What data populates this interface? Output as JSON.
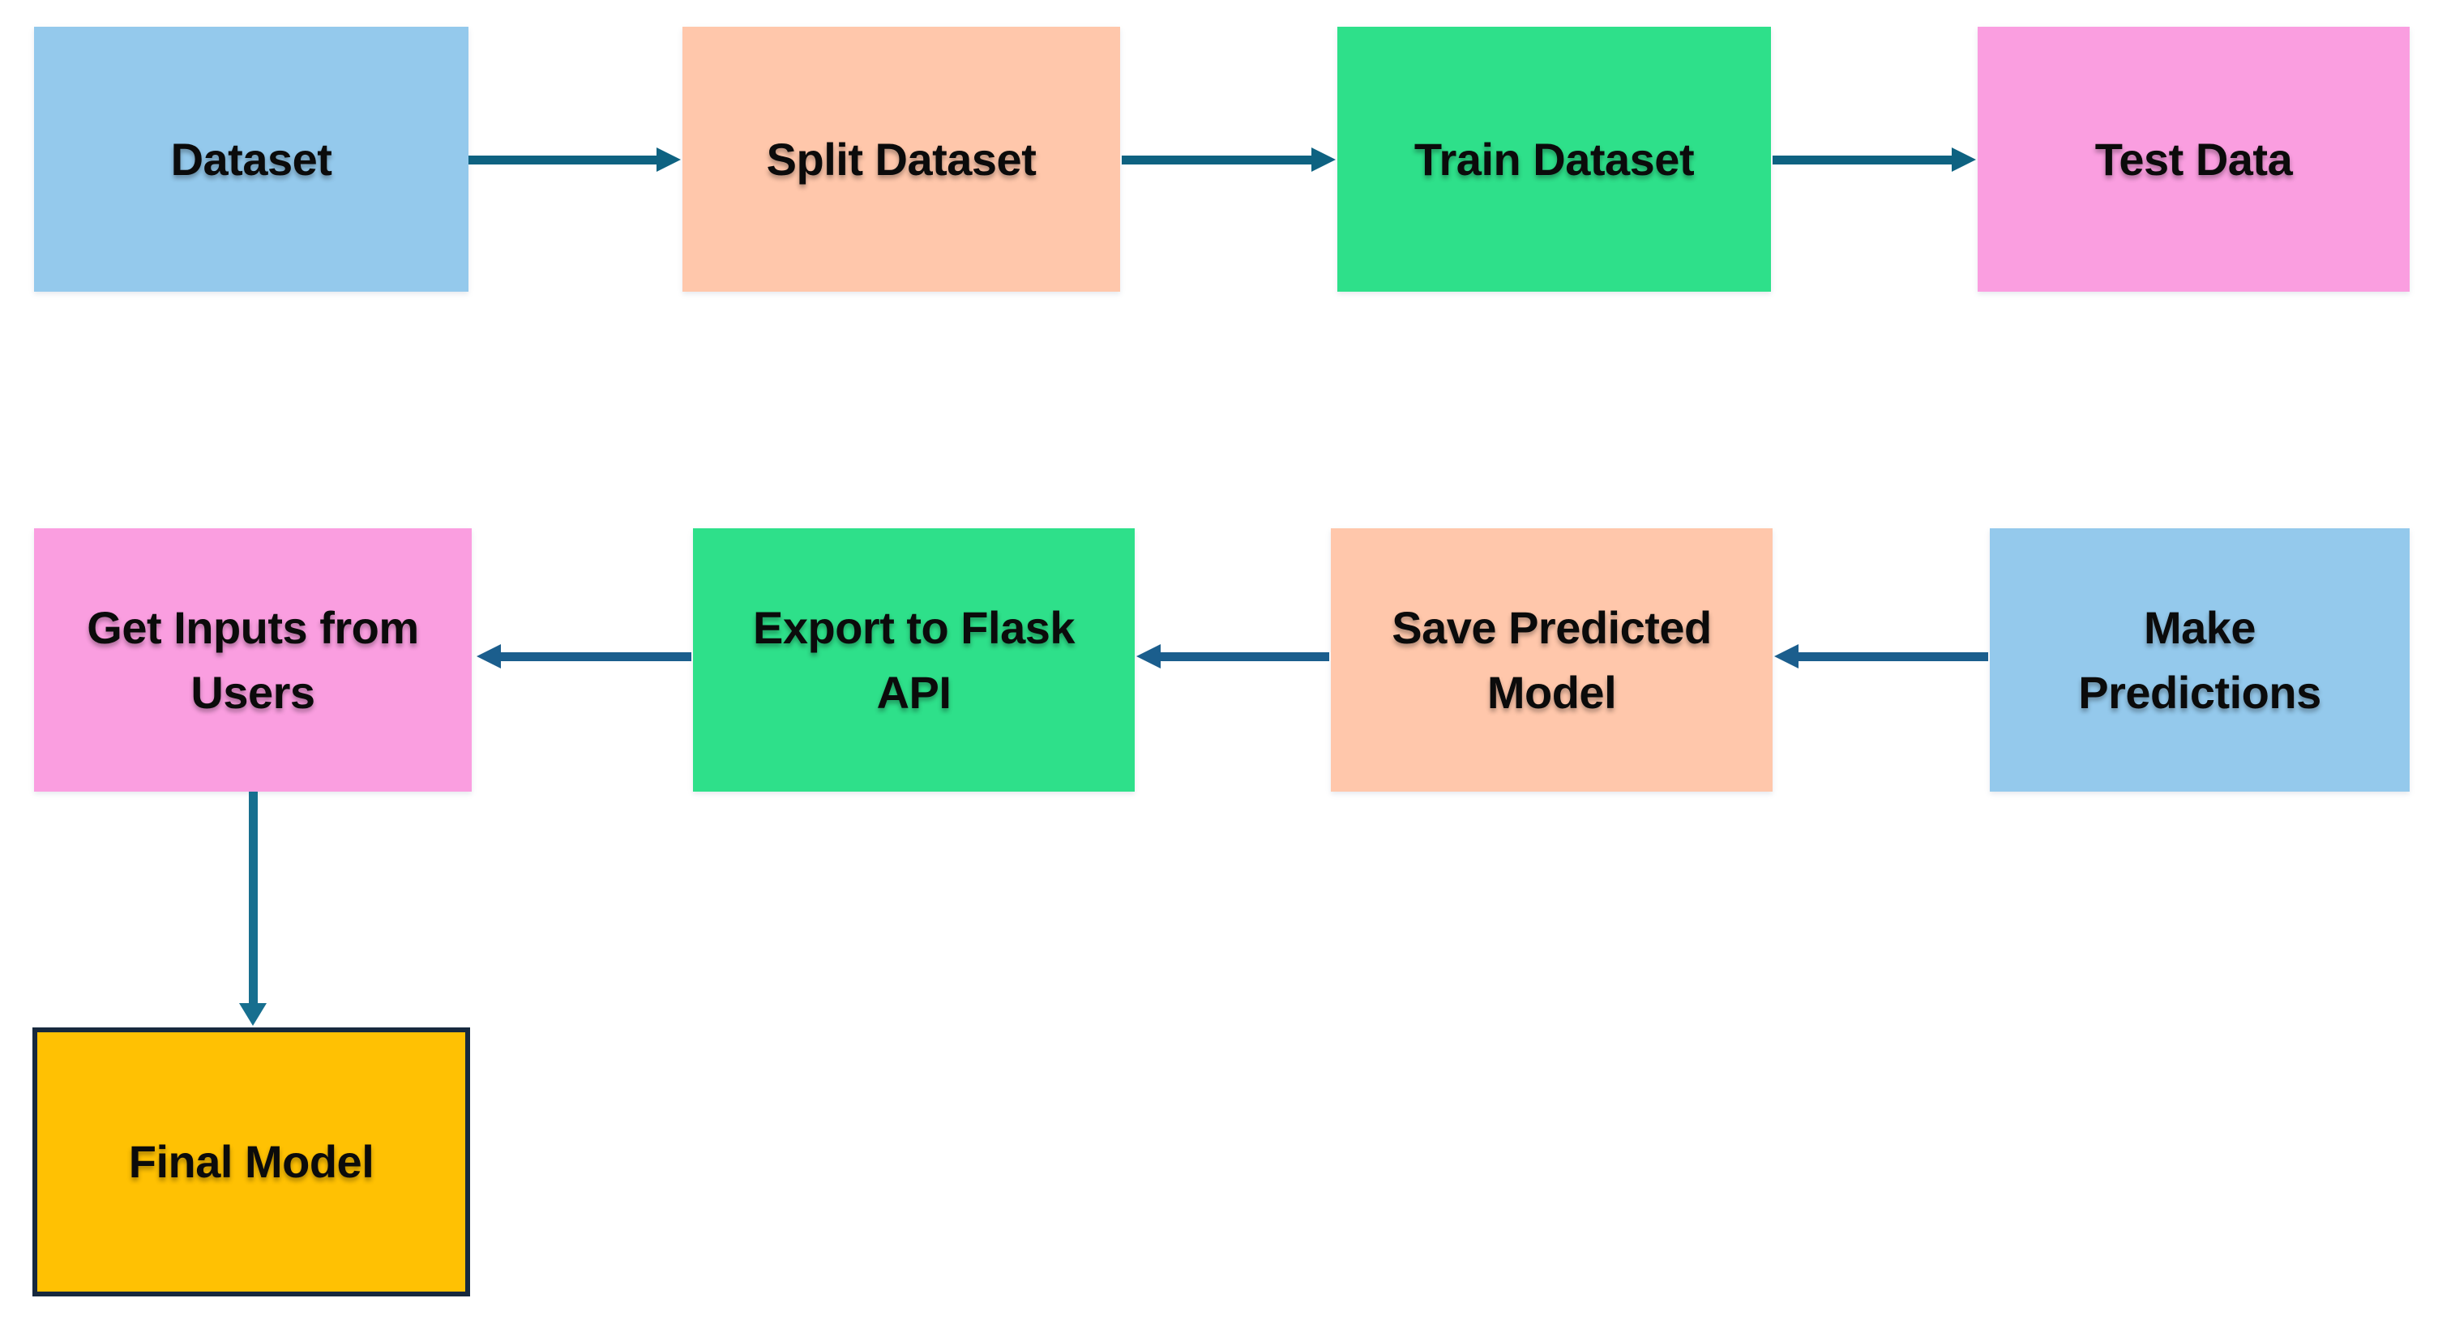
{
  "diagram": {
    "background": "#FFFFFF",
    "text_color": "#0B0B0B",
    "nodes": [
      {
        "id": "dataset",
        "label": "Dataset",
        "color": "#94C9EC"
      },
      {
        "id": "split-dataset",
        "label": "Split Dataset",
        "color": "#FFC7AB"
      },
      {
        "id": "train-dataset",
        "label": "Train Dataset",
        "color": "#2EE08A"
      },
      {
        "id": "test-data",
        "label": "Test Data",
        "color": "#FA9EE0"
      },
      {
        "id": "get-inputs",
        "label": "Get Inputs from\nUsers",
        "color": "#FA9EE0"
      },
      {
        "id": "export-flask",
        "label": "Export to Flask\nAPI",
        "color": "#2EE08A"
      },
      {
        "id": "save-model",
        "label": "Save Predicted\nModel",
        "color": "#FFC7AB"
      },
      {
        "id": "make-predictions",
        "label": "Make\nPredictions",
        "color": "#94C9EC"
      },
      {
        "id": "final-model",
        "label": "Final Model",
        "color": "#FFC103",
        "border_color": "#17293E"
      }
    ],
    "edges": [
      {
        "from": "Dataset",
        "to": "Split Dataset",
        "direction": "right"
      },
      {
        "from": "Split Dataset",
        "to": "Train Dataset",
        "direction": "right"
      },
      {
        "from": "Train Dataset",
        "to": "Test Data",
        "direction": "right"
      },
      {
        "from": "Export to Flask API",
        "to": "Get Inputs from Users",
        "direction": "left"
      },
      {
        "from": "Save Predicted Model",
        "to": "Export to Flask API",
        "direction": "left"
      },
      {
        "from": "Make Predictions",
        "to": "Save Predicted Model",
        "direction": "left"
      },
      {
        "from": "Get Inputs from Users",
        "to": "Final Model",
        "direction": "down"
      }
    ],
    "colors": {
      "arrow_row1": "#0E6281",
      "arrow_row2": "#1B5E8D",
      "arrow_vertical": "#176F8F"
    }
  }
}
